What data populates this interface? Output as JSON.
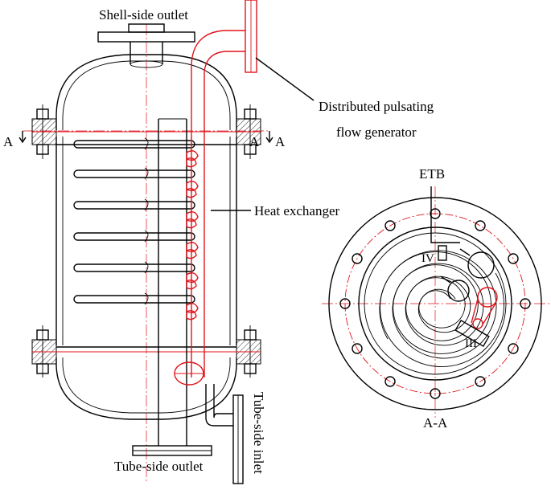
{
  "labels": {
    "shell_side_outlet": "Shell-side outlet",
    "distributed_line1": "Distributed pulsating",
    "distributed_line2": "flow generator",
    "heat_exchanger": "Heat exchanger",
    "tube_side_outlet": "Tube-side outlet",
    "tube_side_inlet": "Tube-side inlet",
    "section_left": "A",
    "section_right_inner": "A",
    "section_right": "A",
    "etb": "ETB",
    "roman_iv": "IV",
    "roman_iii": "III",
    "section_view": "A-A"
  },
  "colors": {
    "line": "#000000",
    "accent": "#e0131a",
    "background": "#ffffff"
  }
}
